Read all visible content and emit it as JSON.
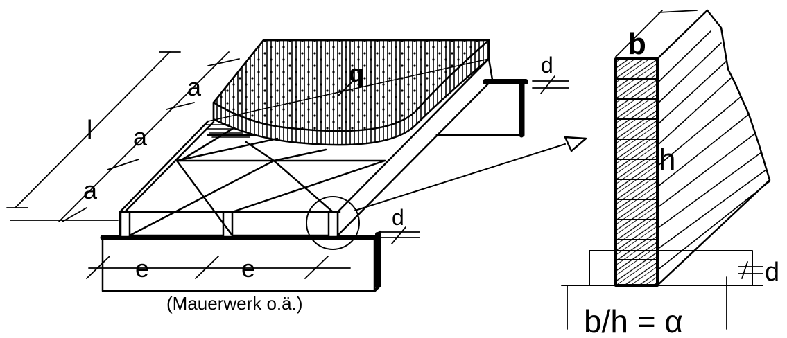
{
  "labels": {
    "slab_load": "q",
    "span_length": "l",
    "spacing_a1": "a",
    "spacing_a2": "a",
    "spacing_a3": "a",
    "spacing_e1": "e",
    "spacing_e2": "e",
    "thickness_top": "d",
    "thickness_bottom": "d",
    "support_caption": "(Mauerwerk o.ä.)",
    "detail_width": "b",
    "detail_height": "h",
    "detail_thickness": "d",
    "ratio_formula": "b/h = α"
  },
  "colors": {
    "ink": "#000000",
    "paper": "#ffffff"
  }
}
